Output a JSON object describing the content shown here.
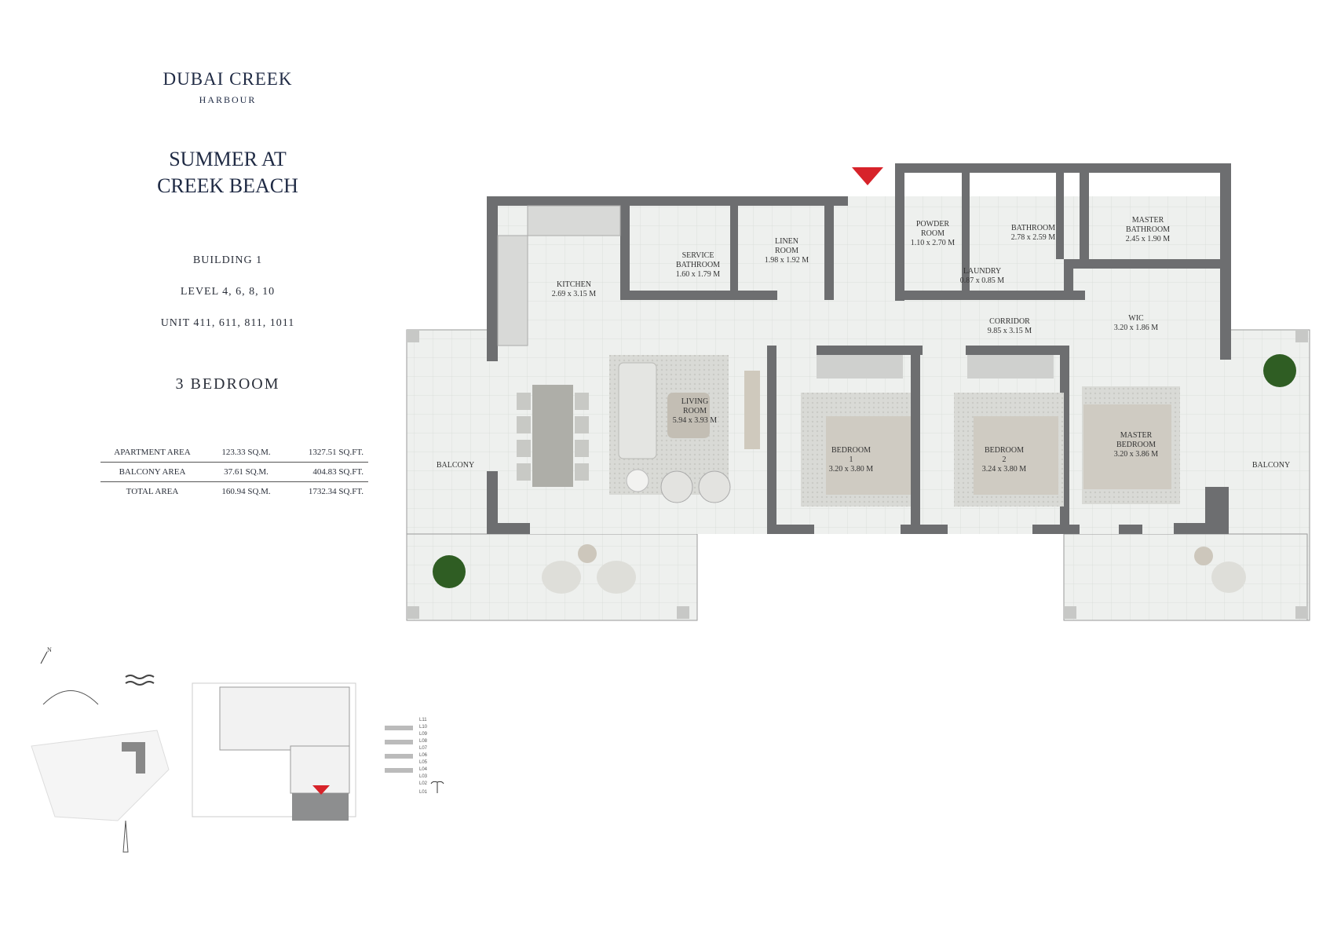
{
  "brand": {
    "name": "DUBAI CREEK",
    "sub": "HARBOUR"
  },
  "project": {
    "line1": "SUMMER AT",
    "line2": "CREEK BEACH"
  },
  "building": "BUILDING 1",
  "levels": "LEVEL 4, 6, 8, 10",
  "units": "UNIT 411, 611, 811, 1011",
  "bedrooms": "3 BEDROOM",
  "areas": [
    {
      "label": "APARTMENT AREA",
      "sqm": "123.33 SQ.M.",
      "sqft": "1327.51 SQ.FT."
    },
    {
      "label": "BALCONY AREA",
      "sqm": "37.61 SQ.M.",
      "sqft": "404.83 SQ.FT."
    },
    {
      "label": "TOTAL AREA",
      "sqm": "160.94 SQ.M.",
      "sqft": "1732.34 SQ.FT."
    }
  ],
  "rooms": {
    "kitchen": {
      "name": "KITCHEN",
      "dim": "2.69 x 3.15 M"
    },
    "service_bath": {
      "name1": "SERVICE",
      "name2": "BATHROOM",
      "dim": "1.60 x 1.79 M"
    },
    "linen": {
      "name1": "LINEN",
      "name2": "ROOM",
      "dim": "1.98 x 1.92 M"
    },
    "powder": {
      "name1": "POWDER",
      "name2": "ROOM",
      "dim": "1.10 x 2.70 M"
    },
    "bathroom": {
      "name": "BATHROOM",
      "dim": "2.78 x 2.59 M"
    },
    "master_bath": {
      "name1": "MASTER",
      "name2": "BATHROOM",
      "dim": "2.45 x 1.90 M"
    },
    "laundry": {
      "name": "LAUNDRY",
      "dim": "0.87 x 0.85 M"
    },
    "corridor": {
      "name": "CORRIDOR",
      "dim": "9.85 x 3.15 M"
    },
    "wic": {
      "name": "WIC",
      "dim": "3.20 x 1.86 M"
    },
    "living": {
      "name1": "LIVING",
      "name2": "ROOM",
      "dim": "5.94 x 3.93 M"
    },
    "bedroom1": {
      "name1": "BEDROOM",
      "name2": "1",
      "dim": "3.20 x 3.80 M"
    },
    "bedroom2": {
      "name1": "BEDROOM",
      "name2": "2",
      "dim": "3.24 x 3.80 M"
    },
    "master_bed": {
      "name1": "MASTER",
      "name2": "BEDROOM",
      "dim": "3.20 x 3.86 M"
    },
    "balcony_left": "BALCONY",
    "balcony_right": "BALCONY"
  },
  "key_plan": {
    "north": "N",
    "levels": [
      "L11",
      "L10",
      "L09",
      "L08",
      "L07",
      "L06",
      "L05",
      "L04",
      "L03",
      "L02",
      "L01"
    ]
  },
  "colors": {
    "wall": "#6d6e70",
    "floor": "#eef0ee",
    "marker": "#d7232a",
    "text": "#1f2a44"
  }
}
